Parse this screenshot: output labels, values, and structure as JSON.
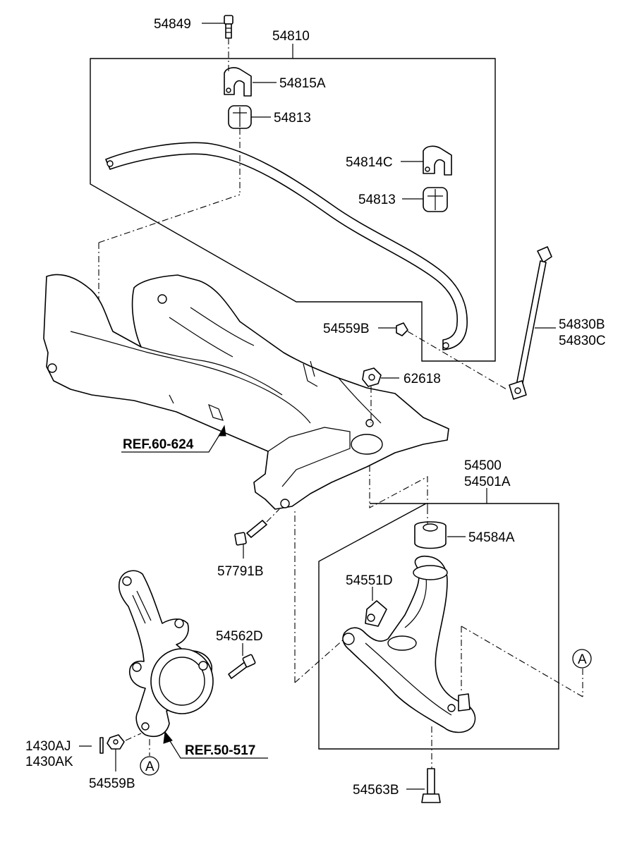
{
  "labels": {
    "p54849": "54849",
    "p54810": "54810",
    "p54815A": "54815A",
    "p54813_a": "54813",
    "p54814C": "54814C",
    "p54813_b": "54813",
    "p54830B": "54830B",
    "p54830C": "54830C",
    "p54559B_a": "54559B",
    "p62618": "62618",
    "ref60624": "REF.60-624",
    "p54500": "54500",
    "p54501A": "54501A",
    "p54584A": "54584A",
    "p57791B": "57791B",
    "p54551D": "54551D",
    "p54562D": "54562D",
    "circleA_right": "A",
    "p1430AJ": "1430AJ",
    "p1430AK": "1430AK",
    "ref50517": "REF.50-517",
    "circleA_bottom": "A",
    "p54559B_b": "54559B",
    "p54563B": "54563B"
  }
}
